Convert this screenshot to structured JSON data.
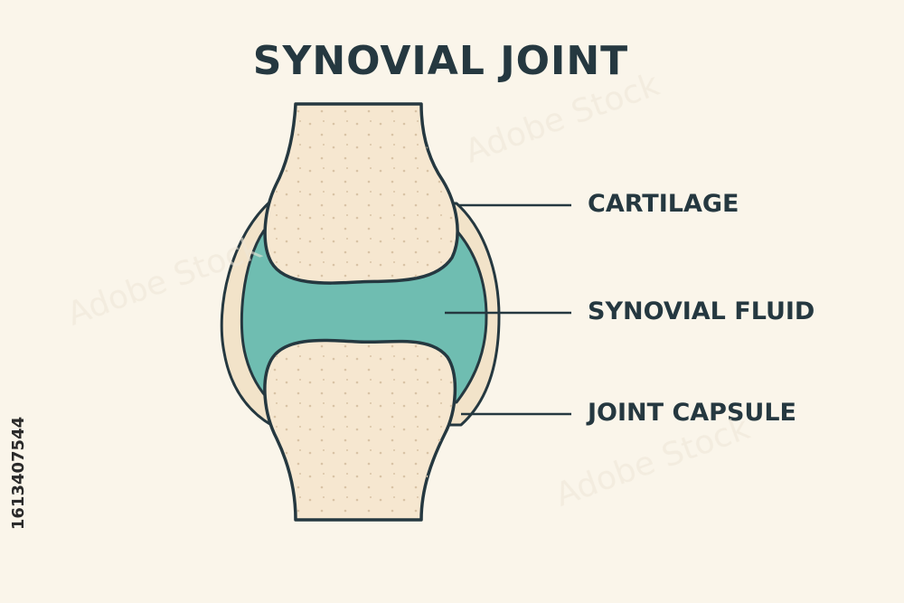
{
  "title": "SYNOVIAL JOINT",
  "labels": {
    "cartilage": "CARTILAGE",
    "synovial_fluid": "SYNOVIAL FLUID",
    "joint_capsule": "JOINT CAPSULE"
  },
  "stock_id": "1613407544",
  "watermark": "Adobe Stock",
  "colors": {
    "background": "#faf5ea",
    "bone": "#f6e7d0",
    "capsule": "#f2e3c9",
    "fluid": "#6fbdb1",
    "outline": "#253840"
  }
}
